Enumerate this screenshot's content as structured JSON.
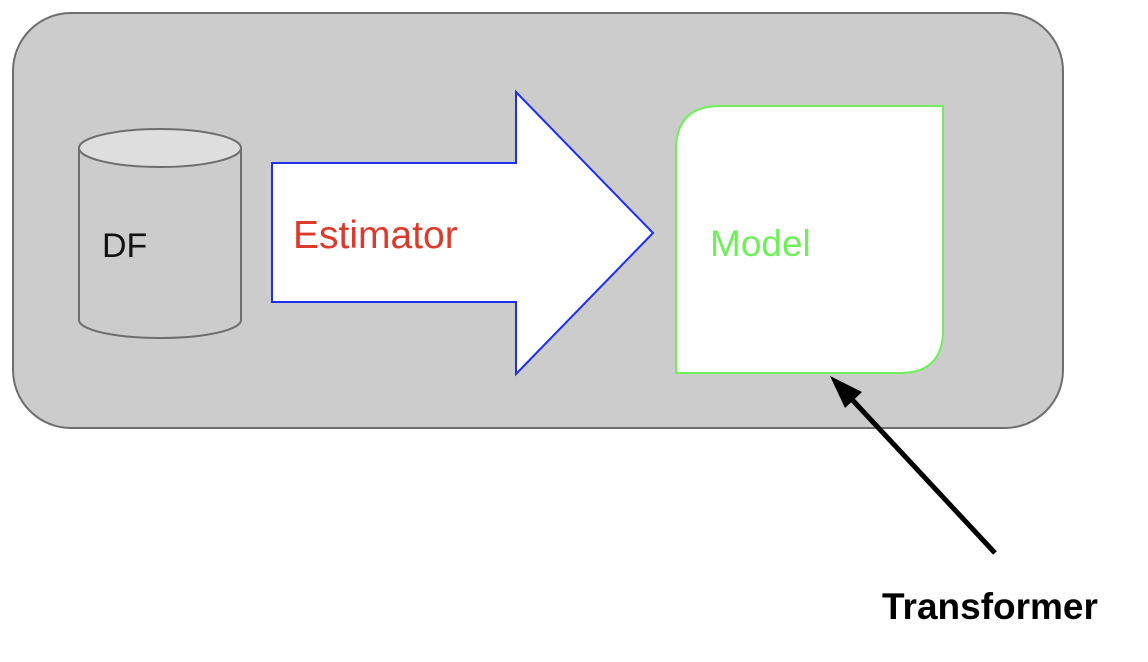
{
  "diagram": {
    "data_store_label": "DF",
    "estimator_label": "Estimator",
    "model_label": "Model",
    "transformer_label": "Transformer"
  },
  "colors": {
    "container_fill": "#cccccc",
    "container_stroke": "#6e6e6e",
    "cylinder_fill": "#cccccc",
    "cylinder_top_fill": "#dedede",
    "cylinder_stroke": "#6e6e6e",
    "arrow_stroke": "#1f2ff0",
    "estimator_text": "#dd3a2e",
    "model_stroke": "#6ff05a",
    "model_text": "#6ff05a",
    "pointer_arrow": "#000000"
  }
}
